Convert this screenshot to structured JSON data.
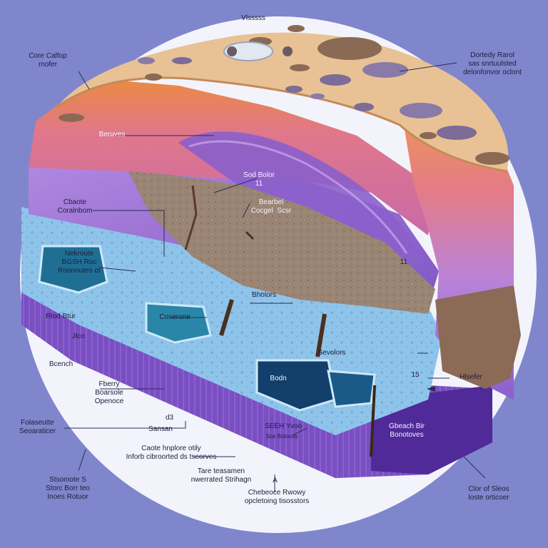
{
  "diagram": {
    "colors": {
      "background": "#7f86cc",
      "disc": "#f3f4fb",
      "sand": "#e8c295",
      "orange_layer": "#e58b46",
      "pink_layer": "#d77a9a",
      "purple_layer": "#9a6fd0",
      "blue_layer": "#8fc4ea",
      "deep_purple": "#6a3fb0",
      "brown_rock": "#8a6a55"
    },
    "labels": {
      "top": "Vlsssss",
      "top_left": "Core Calfop\nrnofer",
      "top_right": "Dortedy Rarol\nsas snrtuulsted\ndelonfonvor oclont",
      "beruves": "Beruves",
      "sod_bolor": "Sod Bolor\n11",
      "bearbel": "Bearbel\nCocgel  Scsr",
      "cbaote": "Cbaote\nCoralnbom",
      "nekroute": "Nekroute\nBGSH Roc\nRoonoutes ot",
      "hole_11": "11",
      "rlod_btur": "Rlod Btur",
      "jlco": "Jlco",
      "coserone": "Coserone",
      "bholors": "Bholors",
      "bcench": "Bcench",
      "fberry": "Fberry\nBoarsole\nOpenoce",
      "bodn": "Bodn",
      "sevolors": "Sevolors",
      "sub_15": "15",
      "sub_d3": "d3",
      "hlsefer": "Hlsefer",
      "folaseute": "Folaseutte\nSeoaraticer",
      "sansan": "Sansan",
      "seeh_yvoo": "SEEH Yvoo",
      "seeh_sub": "Sos Bolocus",
      "gbeach_bir": "Gbeach Bir\nBonotoves",
      "caote_nplore": "Caote hnplore otily\nInforb cibroorted ds tseorves",
      "tare_teasamen": "Tare teasamen\nnwerrated Strihagn",
      "a": "A",
      "stsomote": "Stsomote S\nStorc Borr teo\nInoes Rotuor",
      "chebeoce": "Chebeoce Rwowy\nopcletoing tisosstors",
      "clor_sleos": "Clor of Sleos\nloste orticoer"
    }
  }
}
